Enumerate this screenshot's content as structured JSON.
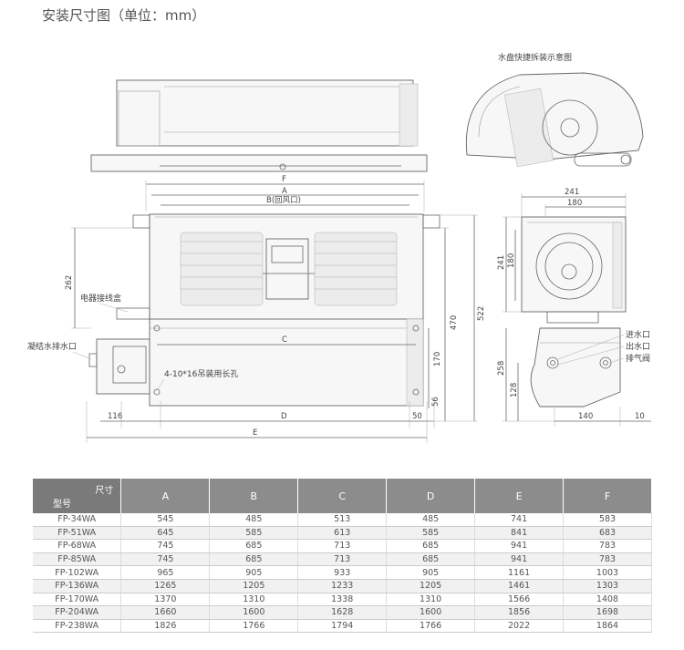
{
  "title": "安装尺寸图（单位：mm）",
  "quick_label": "水盘快捷拆装示意图",
  "front_labels": {
    "elec_box": "电器接线盒",
    "drain": "凝结水排水口",
    "hanger": "4-10*16吊装用长孔"
  },
  "side_labels": {
    "inlet": "进水口",
    "outlet": "出水口",
    "vent": "排气阀"
  },
  "dims": {
    "F": "F",
    "A": "A",
    "B": "B(回风口)",
    "C": "C",
    "D": "D",
    "E": "E",
    "d262": "262",
    "d470": "470",
    "d522": "522",
    "d170": "170",
    "d56": "56",
    "d116": "116",
    "d50": "50",
    "d241a": "241",
    "d180a": "180",
    "d241b": "241",
    "d180b": "180",
    "d258": "258",
    "d128": "128",
    "d140": "140",
    "d10": "10"
  },
  "table": {
    "corner_top": "尺寸",
    "corner_bottom": "型号",
    "headers": [
      "A",
      "B",
      "C",
      "D",
      "E",
      "F"
    ],
    "rows": [
      {
        "model": "FP-34WA",
        "values": [
          "545",
          "485",
          "513",
          "485",
          "741",
          "583"
        ]
      },
      {
        "model": "FP-51WA",
        "values": [
          "645",
          "585",
          "613",
          "585",
          "841",
          "683"
        ]
      },
      {
        "model": "FP-68WA",
        "values": [
          "745",
          "685",
          "713",
          "685",
          "941",
          "783"
        ]
      },
      {
        "model": "FP-85WA",
        "values": [
          "745",
          "685",
          "713",
          "685",
          "941",
          "783"
        ]
      },
      {
        "model": "FP-102WA",
        "values": [
          "965",
          "905",
          "933",
          "905",
          "1161",
          "1003"
        ]
      },
      {
        "model": "FP-136WA",
        "values": [
          "1265",
          "1205",
          "1233",
          "1205",
          "1461",
          "1303"
        ]
      },
      {
        "model": "FP-170WA",
        "values": [
          "1370",
          "1310",
          "1338",
          "1310",
          "1566",
          "1408"
        ]
      },
      {
        "model": "FP-204WA",
        "values": [
          "1660",
          "1600",
          "1628",
          "1600",
          "1856",
          "1698"
        ]
      },
      {
        "model": "FP-238WA",
        "values": [
          "1826",
          "1766",
          "1794",
          "1766",
          "2022",
          "1864"
        ]
      }
    ]
  }
}
